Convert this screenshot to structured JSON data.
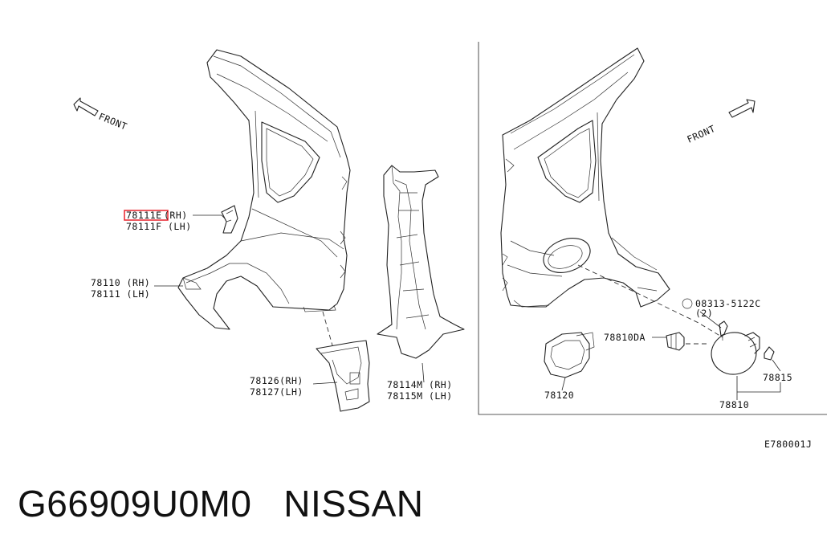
{
  "labels": {
    "front_left": "FRONT",
    "front_right": "FRONT",
    "p78111e": "78111E",
    "p78111e_side": "(RH)",
    "p78111f": "78111F (LH)",
    "p78110": "78110 (RH)",
    "p78111": "78111 (LH)",
    "p78126": "78126(RH)",
    "p78127": "78127(LH)",
    "p78114m": "78114M (RH)",
    "p78115m": "78115M (LH)",
    "p08313": "08313-5122C",
    "p08313_qty": "(2)",
    "p78810da": "78810DA",
    "p78815": "78815",
    "p78120": "78120",
    "p78810": "78810",
    "diagram_code": "E780001J"
  },
  "footer": {
    "part_line": "G66909U0M0   NISSAN"
  },
  "colors": {
    "highlight": "#e8202a",
    "line": "#222222"
  }
}
